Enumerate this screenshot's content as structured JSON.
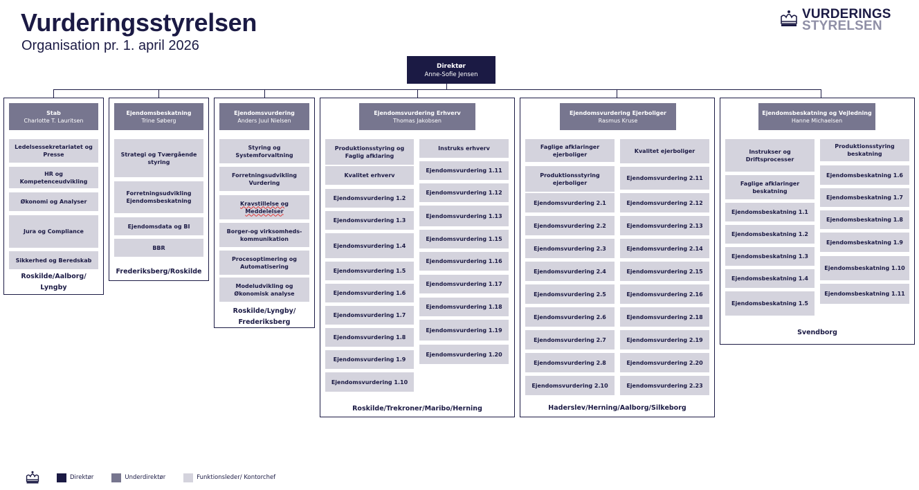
{
  "header": {
    "title": "Vurderingsstyrelsen",
    "subtitle": "Organisation pr. 1. april 2026"
  },
  "logo": {
    "icon": "crown-icon",
    "line1": "VURDERINGS",
    "line2": "STYRELSEN"
  },
  "director": {
    "role": "Direktør",
    "name": "Anne-Sofie Jensen"
  },
  "columns": [
    {
      "title": "Stab",
      "lead": "Charlotte T. Lauritsen",
      "units": [
        "Ledelsessekretariatet og Presse",
        "HR og Kompetenceudvikling",
        "Økonomi og Analyser",
        "Jura og Compliance",
        "Sikkerhed og Beredskab"
      ],
      "location": "Roskilde/Aalborg/ Lyngby"
    },
    {
      "title": "Ejendomsbeskatning",
      "lead": "Trine Søberg",
      "units": [
        "Strategi og Tværgående styring",
        "Forretningsudvikling Ejendomsbeskatning",
        "Ejendomsdata og BI",
        "BBR"
      ],
      "location": "Frederiksberg/Roskilde"
    },
    {
      "title": "Ejendomsvurdering",
      "lead": "Anders Juul Nielsen",
      "units": [
        "Styring og Systemforvaltning",
        "Forretningsudvikling Vurdering",
        "Kravstillelse og Meddelelser",
        "Borger-og virksomheds-kommunikation",
        "Procesoptimering og Automatisering",
        "Modeludvikling og Økonomisk analyse"
      ],
      "location": "Roskilde/Lyngby/ Frederiksberg"
    },
    {
      "title": "Ejendomsvurdering Erhverv",
      "lead": "Thomas Jakobsen",
      "units_left": [
        "Produktionsstyring og Faglig afklaring",
        "Kvalitet erhverv",
        "Ejendomsvurdering 1.2",
        "Ejendomsvurdering 1.3",
        "Ejendomsvurdering 1.4",
        "Ejendomsvurdering 1.5",
        "Ejendomsvurdering 1.6",
        "Ejendomsvurdering 1.7",
        "Ejendomsvurdering 1.8",
        "Ejendomsvurdering 1.9",
        "Ejendomsvurdering 1.10"
      ],
      "units_right": [
        "Instruks erhverv",
        "Ejendomsvurdering 1.11",
        "Ejendomsvurdering 1.12",
        "Ejendomsvurdering 1.13",
        "Ejendomsvurdering 1.15",
        "Ejendomsvurdering 1.16",
        "Ejendomsvurdering 1.17",
        "Ejendomsvurdering 1.18",
        "Ejendomsvurdering 1.19",
        "Ejendomsvurdering 1.20"
      ],
      "location": "Roskilde/Trekroner/Maribo/Herning"
    },
    {
      "title": "Ejendomsvurdering  Ejerboliger",
      "lead": "Rasmus Kruse",
      "units_left": [
        "Faglige afklaringer ejerboliger",
        "Produktionsstyring ejerboliger",
        "Ejendomsvurdering 2.1",
        "Ejendomsvurdering 2.2",
        "Ejendomsvurdering 2.3",
        "Ejendomsvurdering 2.4",
        "Ejendomsvurdering 2.5",
        "Ejendomsvurdering 2.6",
        "Ejendomsvurdering 2.7",
        "Ejendomsvurdering 2.8",
        "Ejendomsvurdering 2.10"
      ],
      "units_right": [
        "Kvalitet ejerboliger",
        "Ejendomsvurdering 2.11",
        "Ejendomsvurdering 2.12",
        "Ejendomsvurdering 2.13",
        "Ejendomsvurdering 2.14",
        "Ejendomsvurdering 2.15",
        "Ejendomsvurdering 2.16",
        "Ejendomsvurdering 2.18",
        "Ejendomsvurdering 2.19",
        "Ejendomsvurdering 2.20",
        "Ejendomsvurdering 2.23"
      ],
      "location": "Haderslev/Herning/Aalborg/Silkeborg"
    },
    {
      "title": "Ejendomsbeskatning og Vejledning",
      "lead": "Hanne Michaelsen",
      "units_left": [
        "Instrukser og Driftsprocesser",
        "Faglige afklaringer beskatning",
        "Ejendomsbeskatning 1.1",
        "Ejendomsbeskatning 1.2",
        "Ejendomsbeskatning 1.3",
        "Ejendomsbeskatning 1.4",
        "Ejendomsbeskatning 1.5"
      ],
      "units_right": [
        "Produktionsstyring beskatning",
        "Ejendomsbeskatning 1.6",
        "Ejendomsbeskatning 1.7",
        "Ejendomsbeskatning 1.8",
        "Ejendomsbeskatning 1.9",
        "Ejendomsbeskatning 1.10",
        "Ejendomsbeskatning 1.11"
      ],
      "location": "Svendborg"
    }
  ],
  "legend": [
    {
      "label": "Direktør",
      "color": "#1b1a44"
    },
    {
      "label": "Underdirektør",
      "color": "#77768f"
    },
    {
      "label": "Funktionsleder/ Kontorchef",
      "color": "#d4d3dd"
    }
  ],
  "colors": {
    "navy": "#1b1a44",
    "slate": "#77768f",
    "light": "#d4d3dd"
  }
}
